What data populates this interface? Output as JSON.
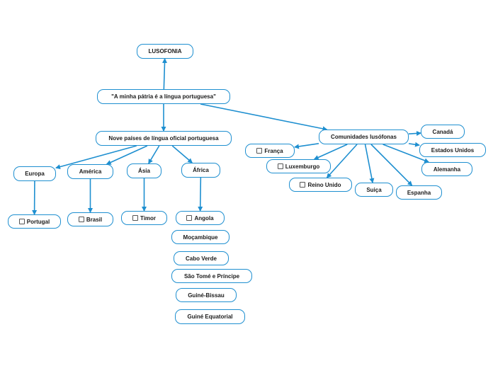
{
  "colors": {
    "line": "#1e8fd0",
    "border": "#1e8fd0",
    "text": "#1a1a1a"
  },
  "nodes": {
    "lusofonia": "LUSOFONIA",
    "patria": "\"A minha pátria é a língua portuguesa\"",
    "nove_paises": "Nove países de língua oficial portuguesa",
    "comunidades": "Comunidades lusófonas",
    "europa": "Europa",
    "america": "América",
    "asia": "Ásia",
    "africa": "África",
    "portugal": "Portugal",
    "brasil": "Brasil",
    "timor": "Timor",
    "angola": "Angola",
    "mocambique": "Moçambique",
    "cabo_verde": "Cabo Verde",
    "sao_tome": "São Tomé e Príncipe",
    "guine_bissau": "Guiné-Bissau",
    "guine_equatorial": "Guiné Equatorial",
    "franca": "França",
    "luxemburgo": "Luxemburgo",
    "reino_unido": "Reino Unido",
    "suica": "Suiça",
    "espanha": "Espanha",
    "canada": "Canadá",
    "estados_unidos": "Estados Unidos",
    "alemanha": "Alemanha"
  },
  "edges": [
    [
      "patria",
      "lusofonia"
    ],
    [
      "patria",
      "nove_paises"
    ],
    [
      "patria",
      "comunidades"
    ],
    [
      "nove_paises",
      "europa"
    ],
    [
      "nove_paises",
      "america"
    ],
    [
      "nove_paises",
      "asia"
    ],
    [
      "nove_paises",
      "africa"
    ],
    [
      "europa",
      "portugal"
    ],
    [
      "america",
      "brasil"
    ],
    [
      "asia",
      "timor"
    ],
    [
      "africa",
      "angola"
    ],
    [
      "comunidades",
      "franca"
    ],
    [
      "comunidades",
      "luxemburgo"
    ],
    [
      "comunidades",
      "reino_unido"
    ],
    [
      "comunidades",
      "suica"
    ],
    [
      "comunidades",
      "espanha"
    ],
    [
      "comunidades",
      "canada"
    ],
    [
      "comunidades",
      "estados_unidos"
    ],
    [
      "comunidades",
      "alemanha"
    ]
  ]
}
